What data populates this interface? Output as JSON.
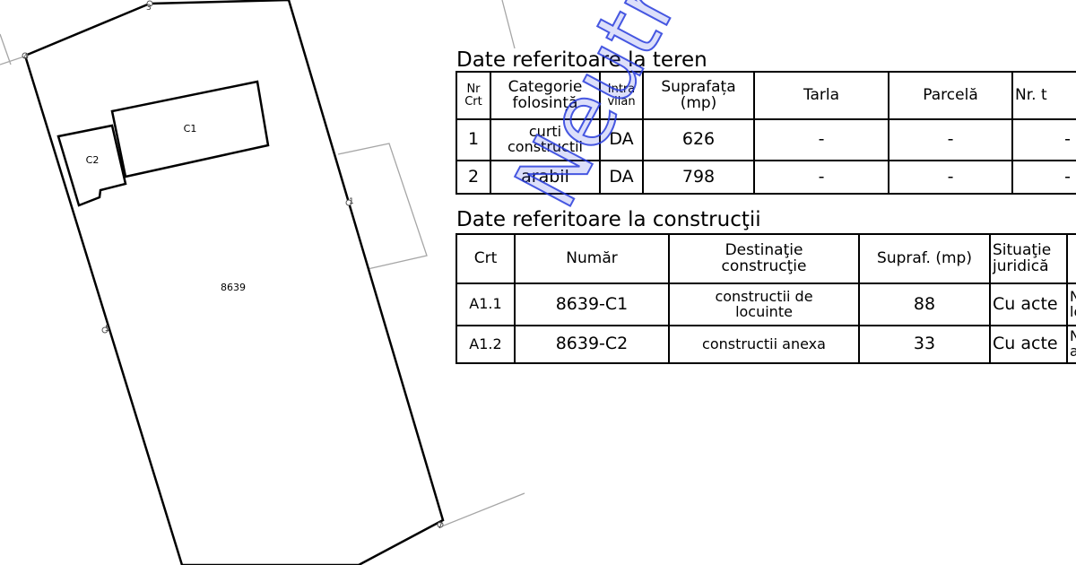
{
  "plan": {
    "parcel_label": "8639",
    "buildings": [
      {
        "id": "c1",
        "label": "C1"
      },
      {
        "id": "c2",
        "label": "C2"
      }
    ],
    "vertex_labels": [
      "3",
      "4",
      "1",
      "5",
      "7"
    ]
  },
  "teren": {
    "title": "Date referitoare la teren",
    "headers": {
      "nr": [
        "Nr",
        "Crt"
      ],
      "categorie": [
        "Categorie",
        "folosință"
      ],
      "intravilan": [
        "Intra",
        "vilan"
      ],
      "suprafata": [
        "Suprafața",
        "(mp)"
      ],
      "tarla": "Tarla",
      "parcela": "Parcelă",
      "nr_topo": "Nr. t"
    },
    "rows": [
      {
        "nr": "1",
        "categorie": [
          "curti",
          "constructii"
        ],
        "intravilan": "DA",
        "suprafata": "626",
        "tarla": "-",
        "parcela": "-",
        "nr_topo": "-"
      },
      {
        "nr": "2",
        "categorie": [
          "arabil"
        ],
        "intravilan": "DA",
        "suprafata": "798",
        "tarla": "-",
        "parcela": "-",
        "nr_topo": "-"
      }
    ]
  },
  "constructii": {
    "title": "Date referitoare la construcţii",
    "headers": {
      "crt": "Crt",
      "numar": "Număr",
      "destinatie": [
        "Destinaţie",
        "construcţie"
      ],
      "supraf": "Supraf. (mp)",
      "situatie": [
        "Situaţie",
        "juridică"
      ]
    },
    "rows": [
      {
        "crt": "A1.1",
        "numar": "8639-C1",
        "destinatie": [
          "constructii de",
          "locuinte"
        ],
        "supraf": "88",
        "situatie": "Cu acte",
        "obs": [
          "N",
          "lo"
        ]
      },
      {
        "crt": "A1.2",
        "numar": "8639-C2",
        "destinatie": [
          "constructii anexa"
        ],
        "supraf": "33",
        "situatie": "Cu acte",
        "obs": [
          "N",
          "a"
        ]
      }
    ]
  },
  "watermark": {
    "text": "Neutră"
  }
}
